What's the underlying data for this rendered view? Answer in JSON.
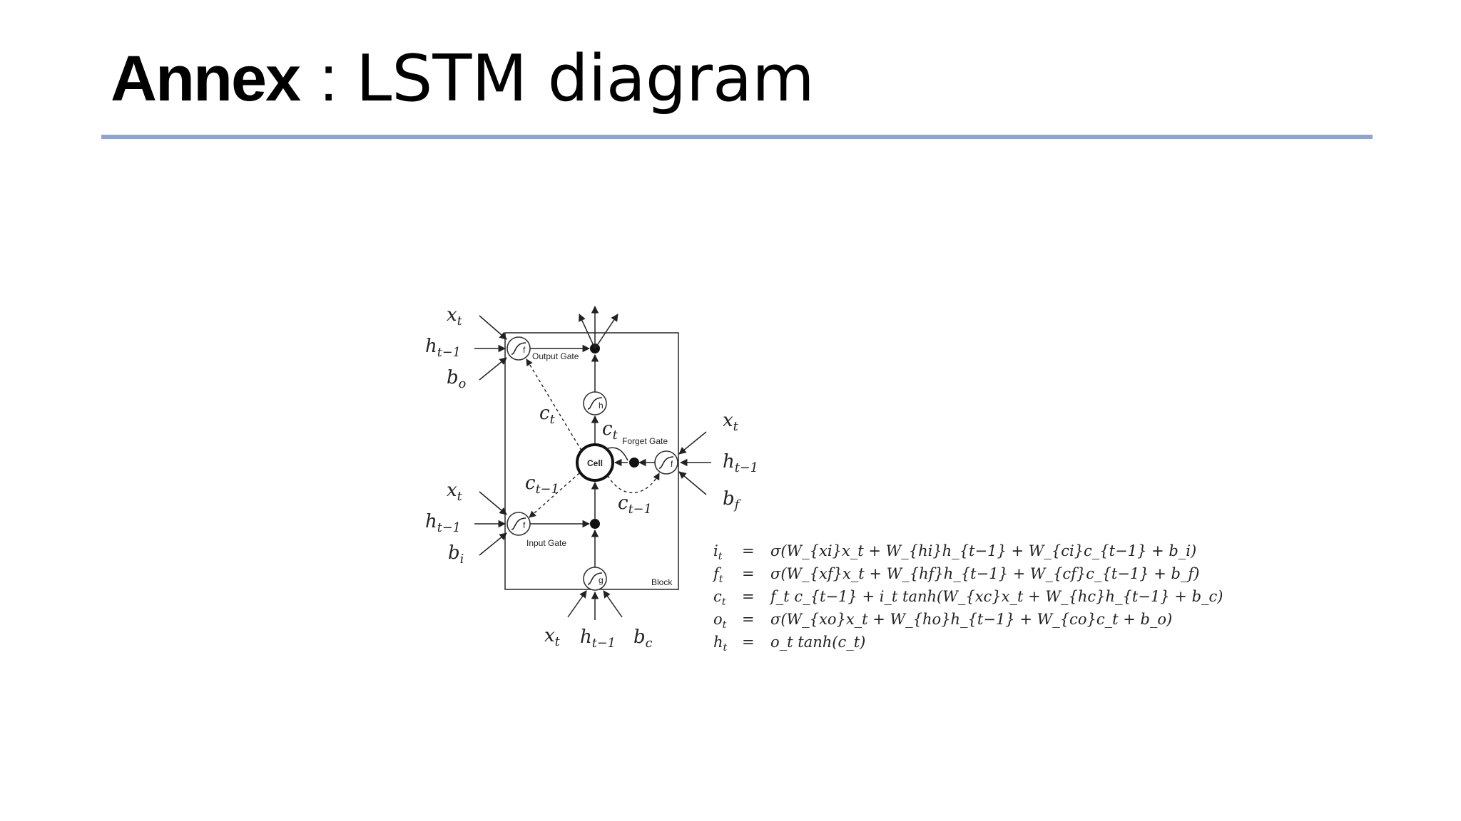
{
  "slide": {
    "title_bold": "Annex",
    "title_sep": ":",
    "title_rest": "LSTM diagram",
    "rule_color": "#8ea3d6"
  },
  "diagram": {
    "block_label": "Block",
    "output_gate_label": "Output Gate",
    "forget_gate_label": "Forget Gate",
    "input_gate_label": "Input Gate",
    "cell_label": "Cell",
    "gate_f_letter": "f",
    "gate_h_letter": "h",
    "gate_g_letter": "g",
    "inputs": {
      "output": {
        "x": "x",
        "x_sub": "t",
        "h": "h",
        "h_sub": "t−1",
        "b": "b",
        "b_sub": "o"
      },
      "forget": {
        "x": "x",
        "x_sub": "t",
        "h": "h",
        "h_sub": "t−1",
        "b": "b",
        "b_sub": "f"
      },
      "input": {
        "x": "x",
        "x_sub": "t",
        "h": "h",
        "h_sub": "t−1",
        "b": "b",
        "b_sub": "i"
      },
      "cell": {
        "x": "x",
        "x_sub": "t",
        "h": "h",
        "h_sub": "t−1",
        "b": "b",
        "b_sub": "c"
      }
    },
    "peepholes": {
      "to_output": {
        "c": "c",
        "sub": "t"
      },
      "to_h": {
        "c": "c",
        "sub": "t"
      },
      "to_input": {
        "c": "c",
        "sub": "t−1"
      },
      "to_forget": {
        "c": "c",
        "sub": "t−1"
      }
    }
  },
  "equations": [
    {
      "lhs": "i",
      "lhs_sub": "t",
      "rel": "=",
      "rhs": "σ(W_{xi}x_t + W_{hi}h_{t−1} + W_{ci}c_{t−1} + b_i)"
    },
    {
      "lhs": "f",
      "lhs_sub": "t",
      "rel": "=",
      "rhs": "σ(W_{xf}x_t + W_{hf}h_{t−1} + W_{cf}c_{t−1} + b_f)"
    },
    {
      "lhs": "c",
      "lhs_sub": "t",
      "rel": "=",
      "rhs": "f_t c_{t−1} + i_t tanh(W_{xc}x_t + W_{hc}h_{t−1} + b_c)"
    },
    {
      "lhs": "o",
      "lhs_sub": "t",
      "rel": "=",
      "rhs": "σ(W_{xo}x_t + W_{ho}h_{t−1} + W_{co}c_t + b_o)"
    },
    {
      "lhs": "h",
      "lhs_sub": "t",
      "rel": "=",
      "rhs": "o_t tanh(c_t)"
    }
  ]
}
